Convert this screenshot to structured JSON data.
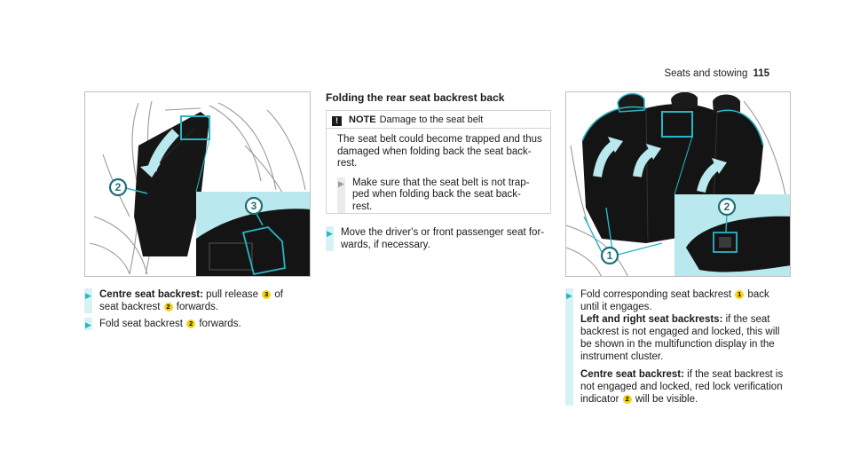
{
  "header": {
    "section": "Seats and stowing",
    "page": "115"
  },
  "left_figure": {
    "callouts": [
      "2",
      "3"
    ]
  },
  "left_steps": [
    {
      "bold": "Centre seat backrest:",
      "parts": [
        " pull release ",
        "3",
        " of",
        "seat backrest ",
        "2",
        " forwards."
      ]
    },
    {
      "parts": [
        "Fold seat backrest ",
        "2",
        " forwards."
      ]
    }
  ],
  "middle": {
    "title": "Folding the rear seat backrest back",
    "note": {
      "label": "NOTE",
      "heading": "Damage to the seat belt",
      "body_lines": [
        "The seat belt could become trapped and thus",
        "damaged when folding back the seat back-",
        "rest."
      ],
      "step_lines": [
        "Make sure that the seat belt is not trap-",
        "ped when folding back the seat back-",
        "rest."
      ]
    },
    "step_lines": [
      "Move the driver's or front passenger seat for-",
      "wards, if necessary."
    ]
  },
  "right_figure": {
    "callouts": [
      "1",
      "2"
    ]
  },
  "right_step": {
    "line1_a": "Fold corresponding seat backrest ",
    "line1_num": "1",
    "line1_b": " back",
    "line2": "until it engages.",
    "ls_bold": "Left and right seat backrests:",
    "ls_text": " if the seat",
    "ls_lines": [
      "backrest is not engaged and locked, this will",
      "be shown in the multifunction display in the",
      "instrument cluster."
    ],
    "cs_bold": "Centre seat backrest:",
    "cs_text": " if the seat backrest is",
    "cs_line2": "not engaged and locked, red lock verification",
    "cs_line3_a": "indicator ",
    "cs_num": "2",
    "cs_line3_b": " will be visible."
  },
  "colors": {
    "accent": "#2ab5c3",
    "badge": "#f5d315",
    "callout": "#1f6f78",
    "inset": "#b9e9ee"
  }
}
